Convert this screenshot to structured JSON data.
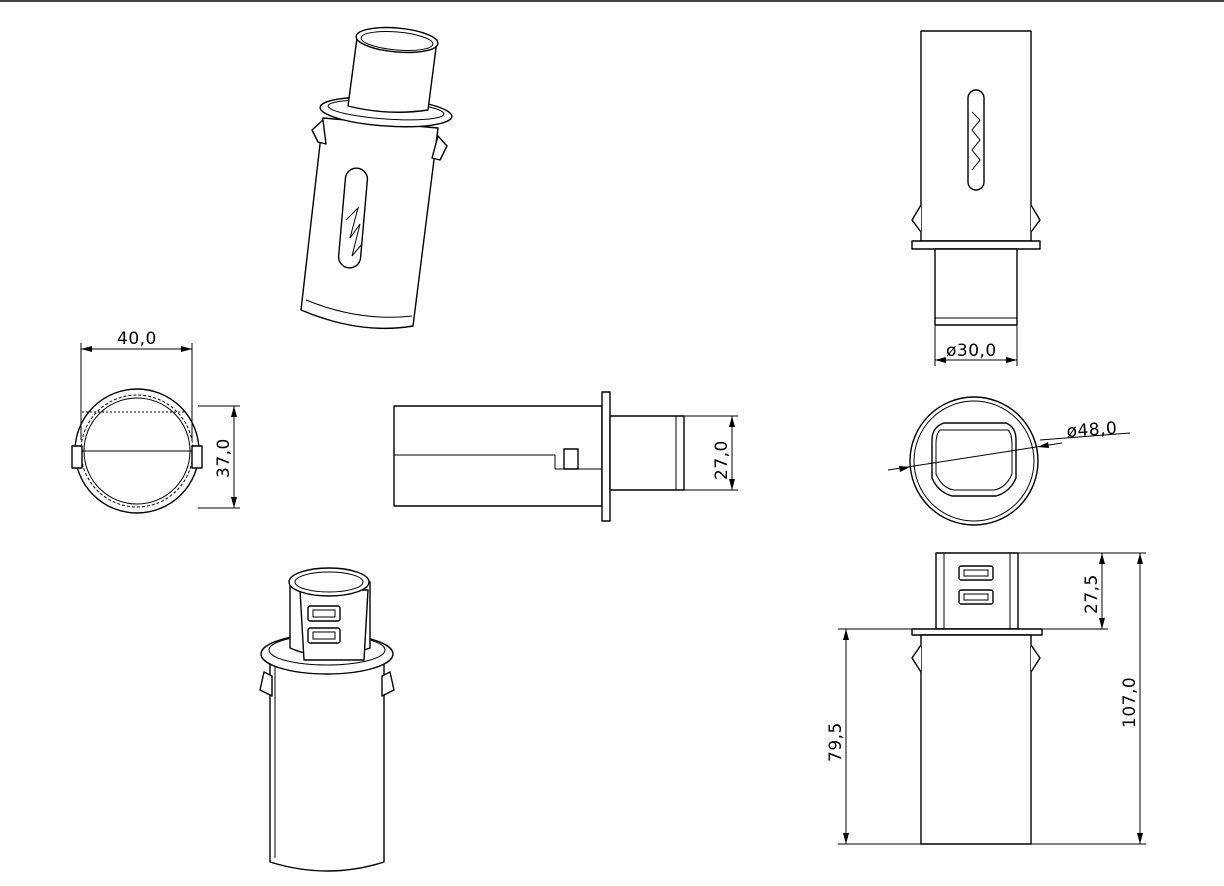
{
  "dimensions": {
    "width_top": "40,0",
    "height_side": "37,0",
    "cap_height": "27,0",
    "cap_diameter": "ø30,0",
    "flange_diameter": "ø48,0",
    "usb_height": "27,5",
    "body_length": "79,5",
    "total_length": "107,0"
  }
}
